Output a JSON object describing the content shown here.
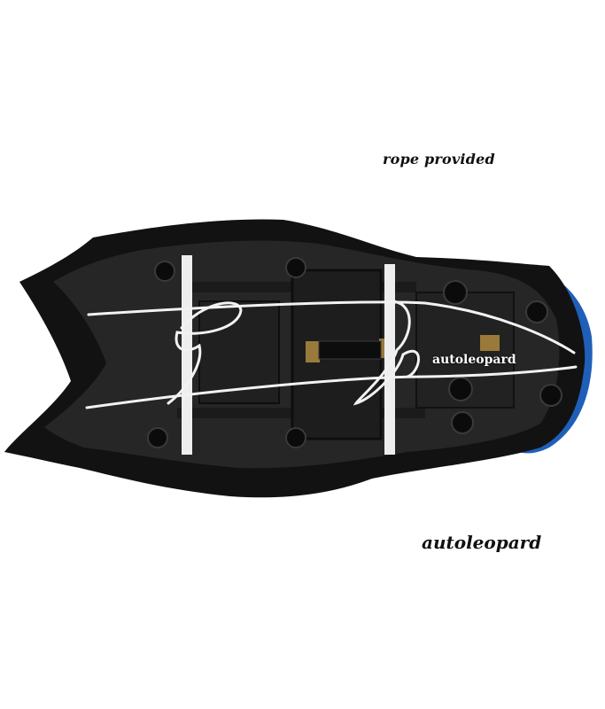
{
  "captions": {
    "rope_provided": "rope provided",
    "brand_bottom": "autoleopard",
    "brand_watermark": "autoleopard"
  },
  "colors": {
    "background": "#ffffff",
    "seat_cover_fabric": "#121212",
    "seat_base": "#262626",
    "accent_blue": "#1f5fb8",
    "rope": "#f2f2f2",
    "bracket_brass": "#9a7a3a"
  },
  "subject": {
    "icon": "motorcycle-seat-cover-underside"
  }
}
